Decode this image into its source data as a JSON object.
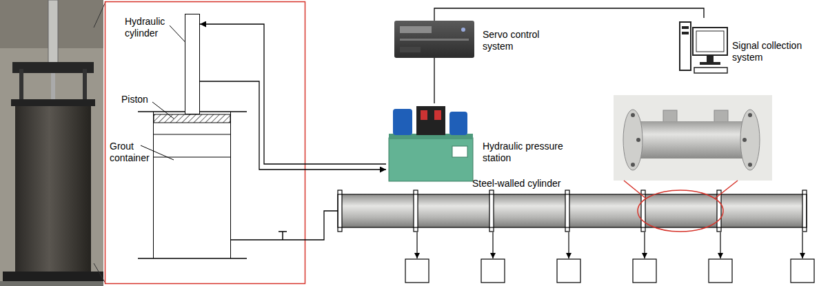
{
  "diagram": {
    "nodes": [
      {
        "text": [
          "Hydraulic cylinder"
        ]
      },
      {
        "text": [
          "Grout container"
        ]
      },
      {
        "text": [
          "Servo control system"
        ]
      },
      {
        "text": [
          "Signal collection system"
        ]
      },
      {
        "text": [
          "Hydraulic pressure station"
        ]
      },
      {
        "text": [
          "Steel-walled cylinder"
        ]
      }
    ],
    "edges": [
      {
        "from": 2,
        "to": 3,
        "arrow": "none"
      },
      {
        "from": 2,
        "to": 4,
        "arrow": "none"
      },
      {
        "from": 4,
        "to": 0,
        "arrow": "to"
      },
      {
        "from": 0,
        "to": 4,
        "arrow": "to"
      },
      {
        "from": 1,
        "to": 5,
        "arrow": "none"
      }
    ],
    "labels": [
      "Piston"
    ]
  }
}
